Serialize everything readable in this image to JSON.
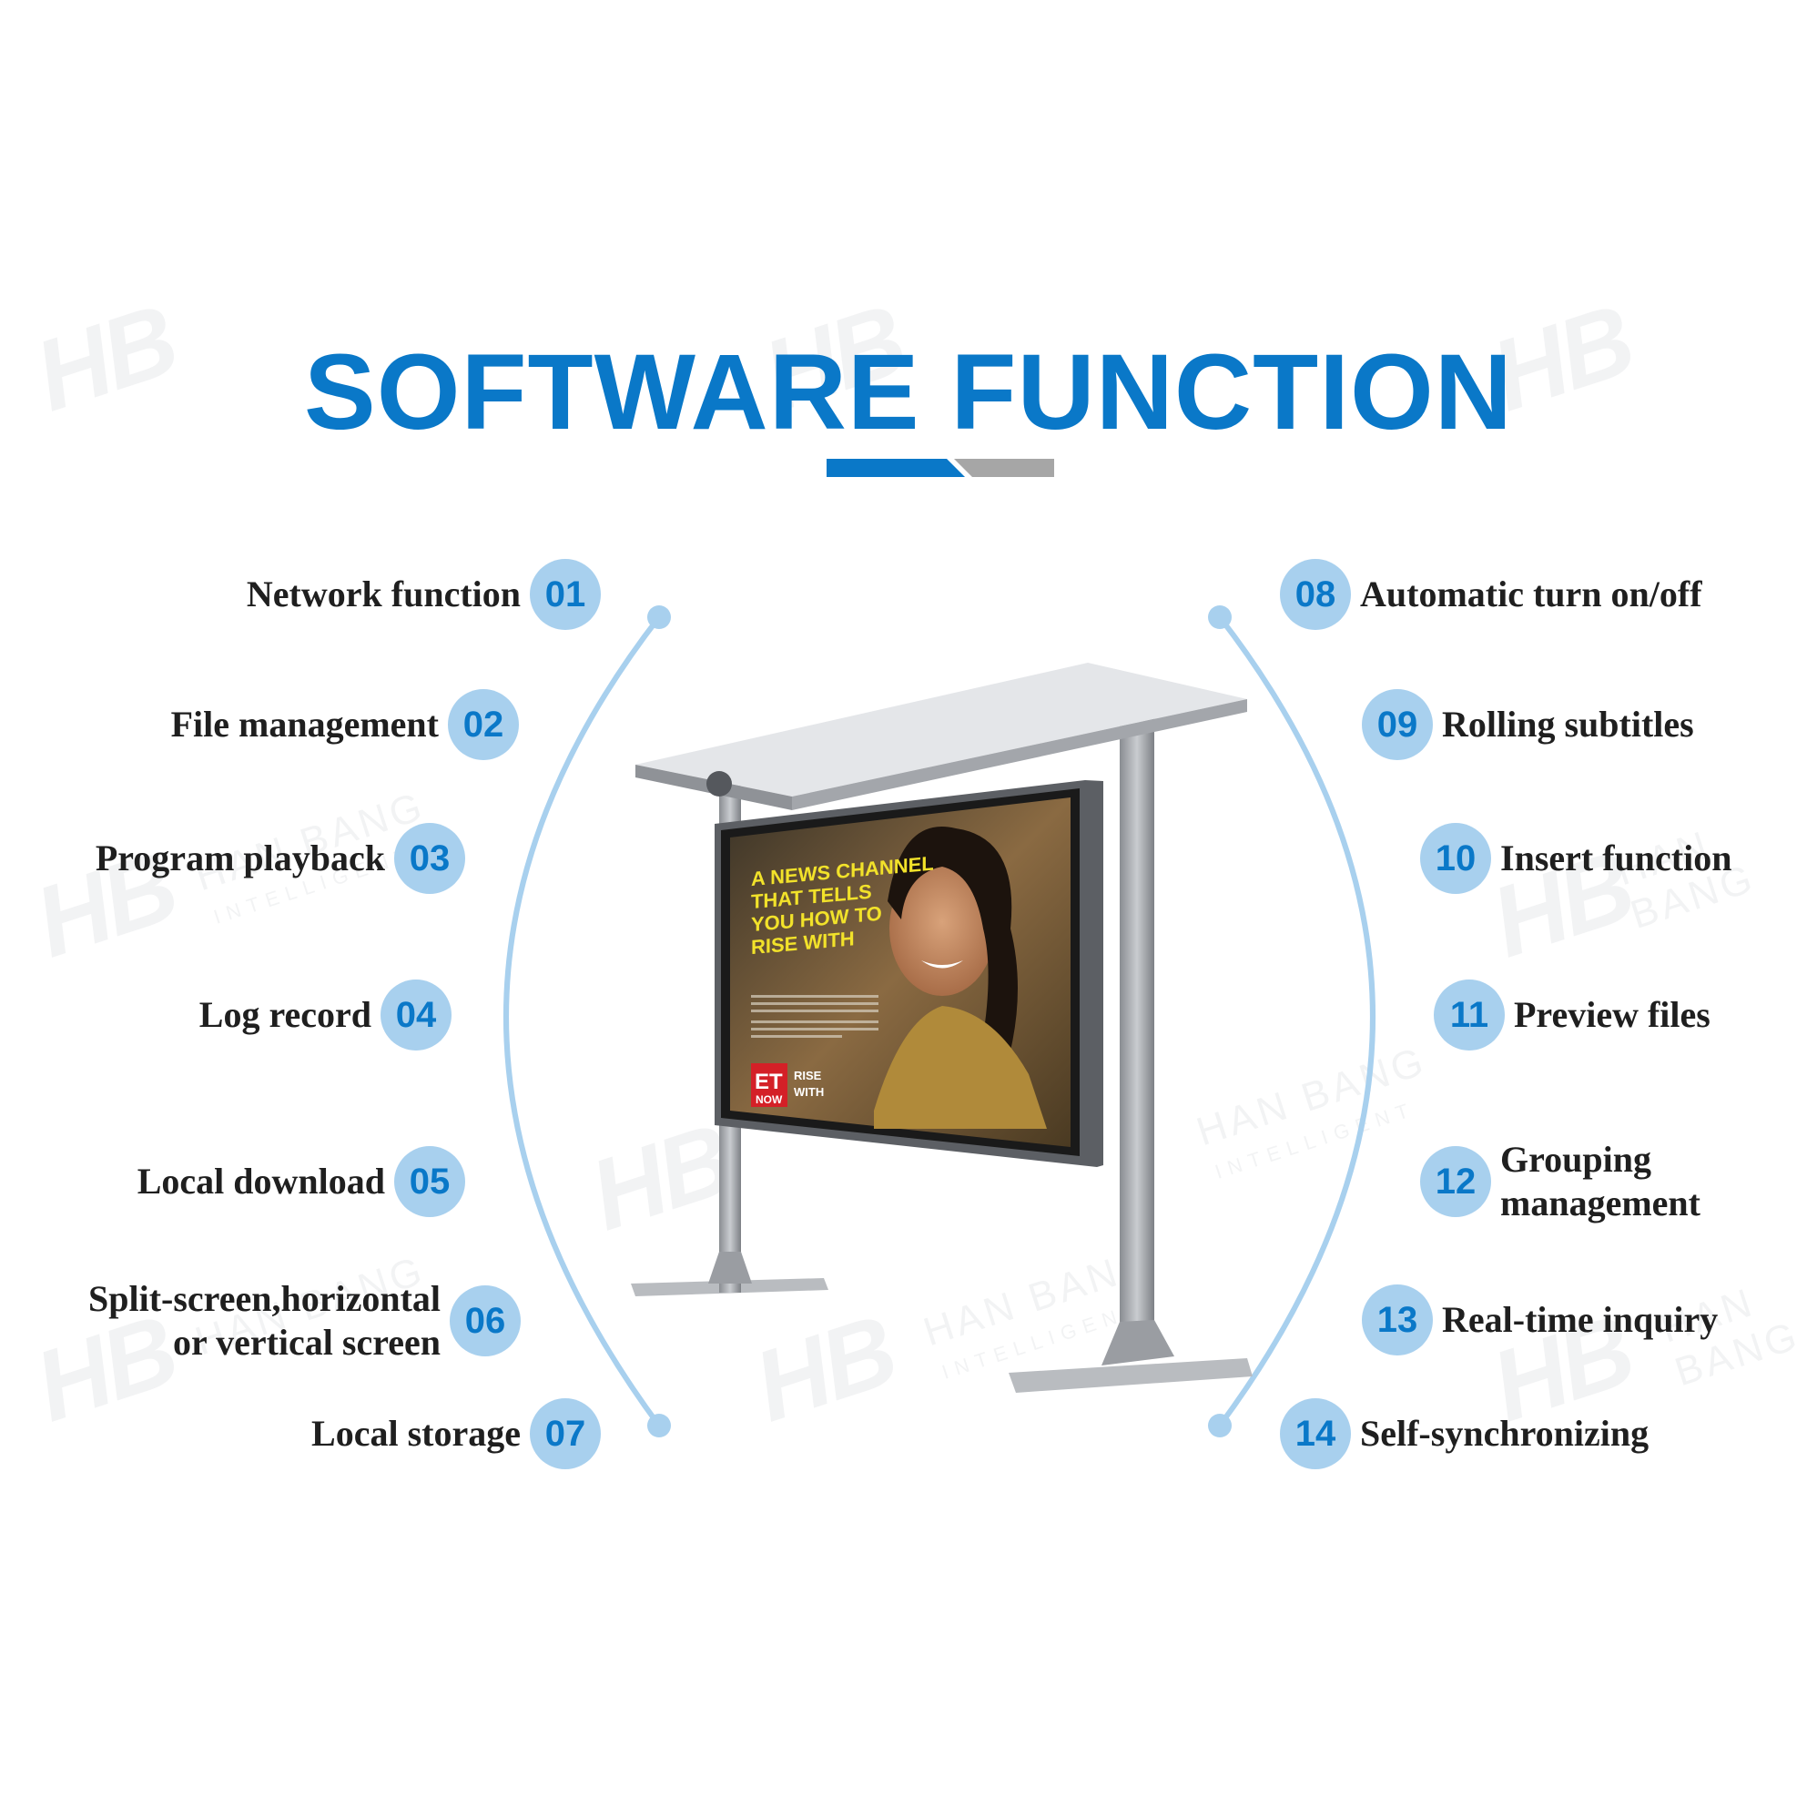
{
  "title": "SOFTWARE FUNCTION",
  "colors": {
    "title_blue": "#0a78c8",
    "badge_fill": "#a8d0ee",
    "arc": "#a8d0ee",
    "underline_blue": "#0a78c8",
    "underline_gray": "#a6a6a6",
    "label_text": "#1f1f1f"
  },
  "left_functions": [
    {
      "number": "01",
      "label": "Network function"
    },
    {
      "number": "02",
      "label": "File management"
    },
    {
      "number": "03",
      "label": "Program playback"
    },
    {
      "number": "04",
      "label": "Log record"
    },
    {
      "number": "05",
      "label": "Local download"
    },
    {
      "number": "06",
      "label_line1": "Split-screen,horizontal",
      "label_line2": "or vertical screen"
    },
    {
      "number": "07",
      "label": "Local storage"
    }
  ],
  "right_functions": [
    {
      "number": "08",
      "label": "Automatic turn on/off"
    },
    {
      "number": "09",
      "label": "Rolling subtitles"
    },
    {
      "number": "10",
      "label": "Insert function"
    },
    {
      "number": "11",
      "label": "Preview files"
    },
    {
      "number": "12",
      "label_line1": "Grouping",
      "label_line2": "management"
    },
    {
      "number": "13",
      "label": "Real-time inquiry"
    },
    {
      "number": "14",
      "label": "Self-synchronizing"
    }
  ],
  "screen_content": {
    "headline": [
      "A NEWS CHANNEL",
      "THAT TELLS",
      "YOU HOW TO",
      "RISE WITH"
    ],
    "logo_top": "ET",
    "logo_bottom": "NOW",
    "tagline": [
      "RISE",
      "WITH"
    ]
  },
  "watermark": {
    "mark": "HB",
    "brand": "HAN BANG",
    "sub": "INTELLIGENT"
  }
}
